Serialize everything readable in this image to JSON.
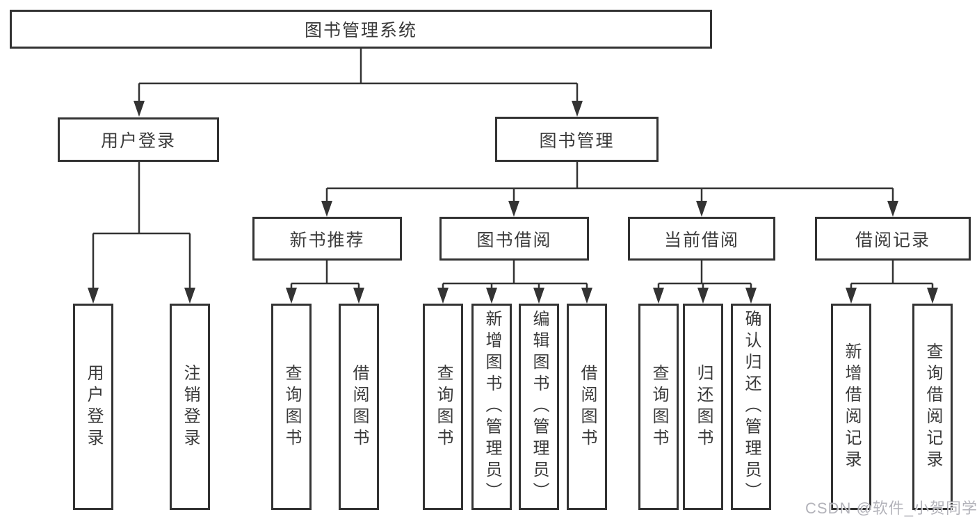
{
  "diagram": {
    "title": "图书管理系统",
    "level2": {
      "user_login": "用户登录",
      "book_management": "图书管理"
    },
    "user_login_children": [
      "用户登录",
      "注销登录"
    ],
    "sections": [
      {
        "label": "新书推荐",
        "children": [
          "查询图书",
          "借阅图书"
        ]
      },
      {
        "label": "图书借阅",
        "children": [
          "查询图书",
          "新增图书（管理员）",
          "编辑图书（管理员）",
          "借阅图书"
        ]
      },
      {
        "label": "当前借阅",
        "children": [
          "查询图书",
          "归还图书",
          "确认归还（管理员）"
        ]
      },
      {
        "label": "借阅记录",
        "children": [
          "新增借阅记录",
          "查询借阅记录"
        ]
      }
    ]
  },
  "watermark": "CSDN @软件_小贺同学",
  "colors": {
    "background": "#ffffff",
    "line": "#333333",
    "box_border": "#333333",
    "text": "#3a3a3a",
    "watermark": "#ababb2"
  }
}
